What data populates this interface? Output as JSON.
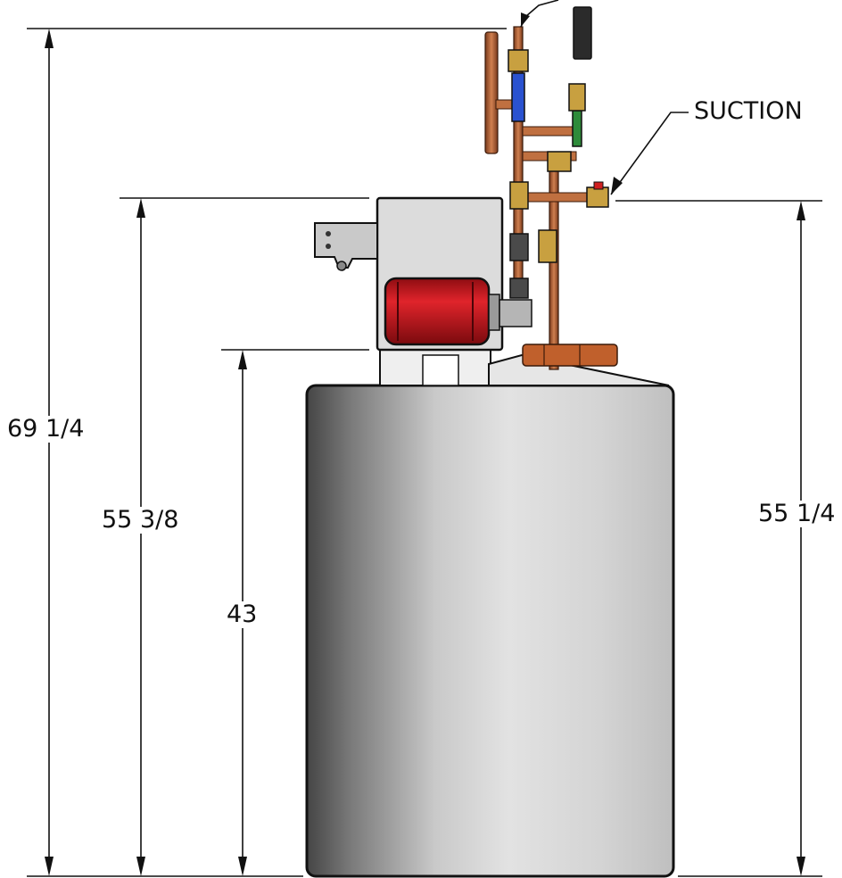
{
  "dimensions": {
    "overall": "69 1/4",
    "motor_top": "55 3/8",
    "tank_top": "43",
    "suction": "55 1/4"
  },
  "callouts": {
    "suction": "SUCTION"
  },
  "colors": {
    "tank_light": "#e4e4e4",
    "tank_dark": "#4a4a4a",
    "motor_red": "#c4161c",
    "copper": "#b5653a",
    "brass": "#c8a040",
    "valve_blue": "#2a52d0",
    "valve_green": "#2e8b3a",
    "housing_gray": "#d9d9d9",
    "line": "#111111"
  },
  "icons": {
    "arrow": "dimension-arrow-icon"
  }
}
